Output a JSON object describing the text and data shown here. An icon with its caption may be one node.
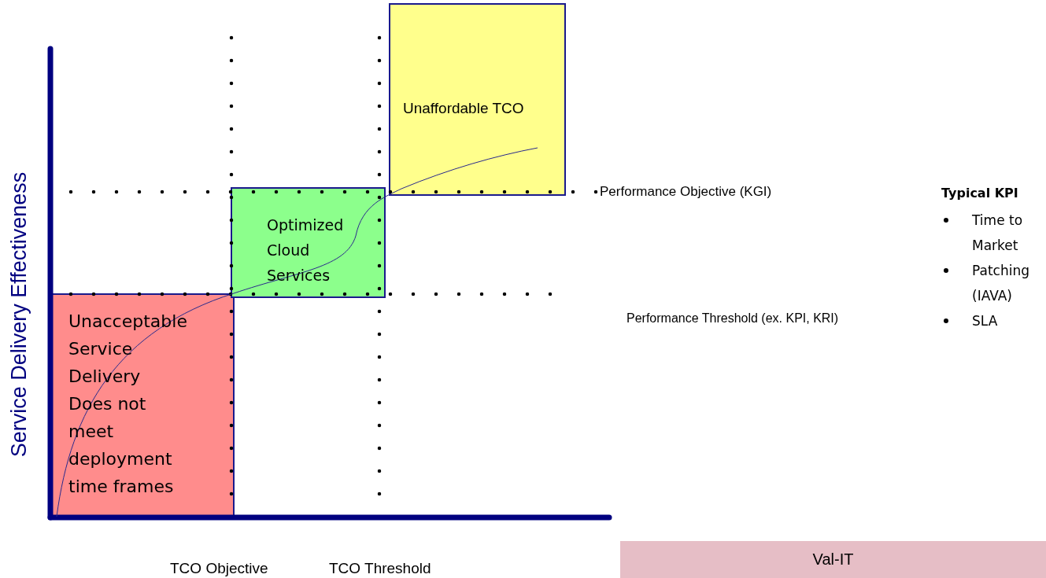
{
  "diagram": {
    "nodes": [
      {
        "text": [
          "Unacceptable Service Delivery Does not meet deployment time frames"
        ]
      },
      {
        "text": [
          "Optimized Cloud Services"
        ]
      },
      {
        "text": [
          "Unaffordable TCO"
        ]
      },
      {
        "text": [
          "Val-IT"
        ]
      }
    ],
    "labels": [
      "Service Delivery Effectiveness",
      "Performance Objective  (KGI)",
      "Typical KPI",
      "Time to Market",
      "Patching (IAVA)",
      "Performance Threshold (ex. KPI, KRI)",
      "SLA",
      "TCO Objective",
      "TCO Threshold"
    ]
  }
}
